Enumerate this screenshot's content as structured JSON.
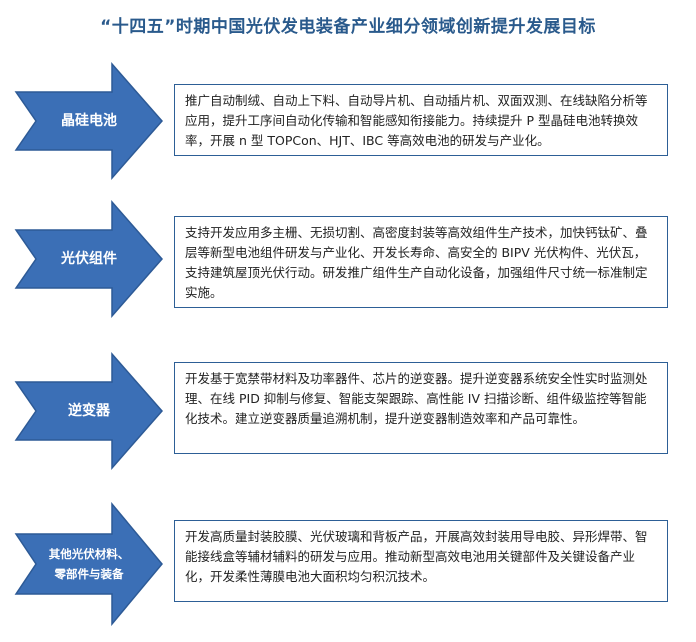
{
  "title": "“十四五”时期中国光伏发电装备产业细分领域创新提升发展目标",
  "colors": {
    "arrow_fill": "#3b6fb6",
    "arrow_stroke": "#2d5a96",
    "box_border": "#2d5f96",
    "title_color": "#2a5a8c"
  },
  "rows": [
    {
      "label": "晶硅电池",
      "text": "推广自动制绒、自动上下料、自动导片机、自动插片机、双面双测、在线缺陷分析等应用，提升工序间自动化传输和智能感知衔接能力。持续提升 P 型晶硅电池转换效率，开展 n 型 TOPCon、HJT、IBC 等高效电池的研发与产业化。"
    },
    {
      "label": "光伏组件",
      "text": "支持开发应用多主栅、无损切割、高密度封装等高效组件生产技术，加快钙钛矿、叠层等新型电池组件研发与产业化、开发长寿命、高安全的 BIPV 光伏构件、光伏瓦，支持建筑屋顶光伏行动。研发推广组件生产自动化设备，加强组件尺寸统一标准制定实施。"
    },
    {
      "label": "逆变器",
      "text": "开发基于宽禁带材料及功率器件、芯片的逆变器。提升逆变器系统安全性实时监测处理、在线 PID 抑制与修复、智能支架跟踪、高性能 IV 扫描诊断、组件级监控等智能化技术。建立逆变器质量追溯机制，提升逆变器制造效率和产品可靠性。"
    },
    {
      "label": "其他光伏材料、\n零部件与装备",
      "text": "开发高质量封装胶膜、光伏玻璃和背板产品，开展高效封装用导电胶、异形焊带、智能接线盒等辅材辅料的研发与应用。推动新型高效电池用关键部件及关键设备产业化，开发柔性薄膜电池大面积均匀积沉技术。"
    }
  ]
}
